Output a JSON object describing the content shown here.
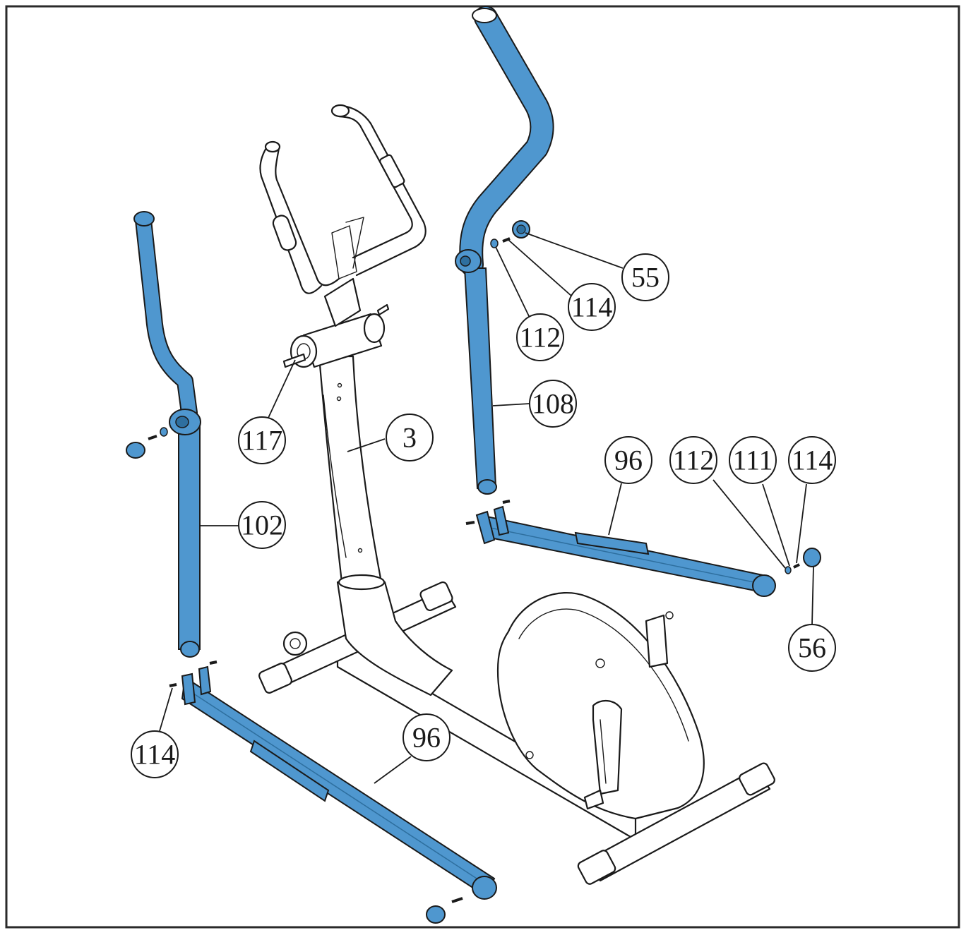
{
  "colors": {
    "part_blue": "#4f97cf",
    "part_blue_dark": "#2e6f9f",
    "line": "#1a1a1a",
    "background": "#ffffff"
  },
  "callouts": [
    {
      "id": "c-55",
      "label": "55"
    },
    {
      "id": "c-114-top",
      "label": "114"
    },
    {
      "id": "c-112",
      "label": "112"
    },
    {
      "id": "c-108",
      "label": "108"
    },
    {
      "id": "c-117",
      "label": "117"
    },
    {
      "id": "c-3",
      "label": "3"
    },
    {
      "id": "c-102",
      "label": "102"
    },
    {
      "id": "c-96-right",
      "label": "96"
    },
    {
      "id": "c-112-right",
      "label": "112"
    },
    {
      "id": "c-111",
      "label": "111"
    },
    {
      "id": "c-114-right",
      "label": "114"
    },
    {
      "id": "c-56",
      "label": "56"
    },
    {
      "id": "c-114-left",
      "label": "114"
    },
    {
      "id": "c-96-left",
      "label": "96"
    }
  ]
}
